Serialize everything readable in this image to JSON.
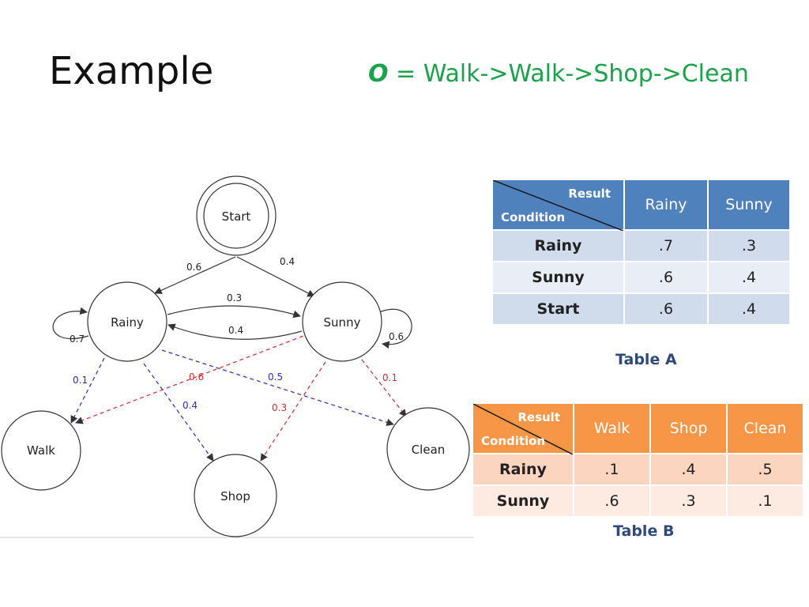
{
  "slide": {
    "title": "Example",
    "observation_symbol": "O",
    "observation_rest": " = Walk->Walk->Shop->Clean",
    "accent_color": "#1aa34a"
  },
  "diagram": {
    "nodes": {
      "start": "Start",
      "rainy": "Rainy",
      "sunny": "Sunny",
      "walk": "Walk",
      "shop": "Shop",
      "clean": "Clean"
    },
    "transitions": {
      "start_rainy": "0.6",
      "start_sunny": "0.4",
      "rainy_sunny": "0.3",
      "sunny_rainy": "0.4",
      "rainy_rainy": "0.7",
      "sunny_sunny": "0.6"
    },
    "emissions": {
      "rainy_walk": "0.1",
      "rainy_shop": "0.4",
      "rainy_clean": "0.5",
      "sunny_walk": "0.6",
      "sunny_shop": "0.3",
      "sunny_clean": "0.1"
    },
    "colors": {
      "rainy_emission": "#2b2bb8",
      "sunny_emission": "#d42a2a"
    }
  },
  "table_a": {
    "corner_result": "Result",
    "corner_condition": "Condition",
    "columns": [
      "Rainy",
      "Sunny"
    ],
    "rows": [
      {
        "label": "Rainy",
        "values": [
          ".7",
          ".3"
        ]
      },
      {
        "label": "Sunny",
        "values": [
          ".6",
          ".4"
        ]
      },
      {
        "label": "Start",
        "values": [
          ".6",
          ".4"
        ]
      }
    ],
    "caption": "Table A"
  },
  "table_b": {
    "corner_result": "Result",
    "corner_condition": "Condition",
    "columns": [
      "Walk",
      "Shop",
      "Clean"
    ],
    "rows": [
      {
        "label": "Rainy",
        "values": [
          ".1",
          ".4",
          ".5"
        ]
      },
      {
        "label": "Sunny",
        "values": [
          ".6",
          ".3",
          ".1"
        ]
      }
    ],
    "caption": "Table B"
  }
}
